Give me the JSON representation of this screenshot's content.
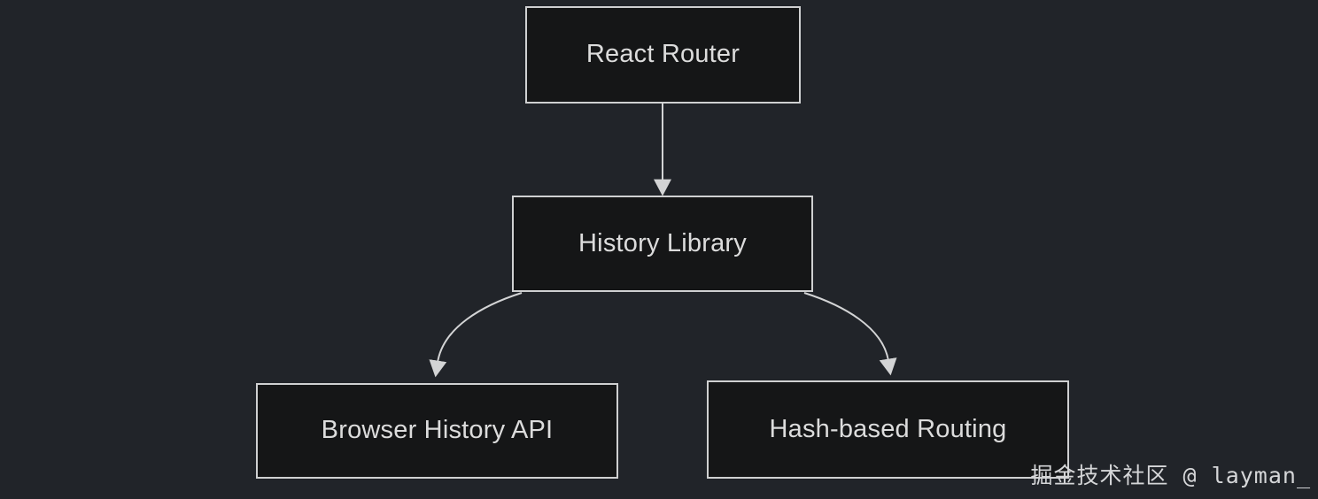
{
  "diagram": {
    "type": "flowchart",
    "direction": "top-down",
    "background_color": "#212429",
    "node_fill_color": "#151617",
    "node_border_color": "#cfd0d1",
    "text_color": "#dcdcdc",
    "edge_color": "#d3d4d5",
    "nodes": [
      {
        "id": "react-router",
        "label": "React Router"
      },
      {
        "id": "history-library",
        "label": "History Library"
      },
      {
        "id": "browser-history-api",
        "label": "Browser History API"
      },
      {
        "id": "hash-based-routing",
        "label": "Hash-based Routing"
      }
    ],
    "edges": [
      {
        "from": "react-router",
        "to": "history-library",
        "style": "straight-arrow"
      },
      {
        "from": "history-library",
        "to": "browser-history-api",
        "style": "curved-arrow"
      },
      {
        "from": "history-library",
        "to": "hash-based-routing",
        "style": "curved-arrow"
      }
    ]
  },
  "watermark": {
    "text": "掘金技术社区 @ layman_"
  }
}
